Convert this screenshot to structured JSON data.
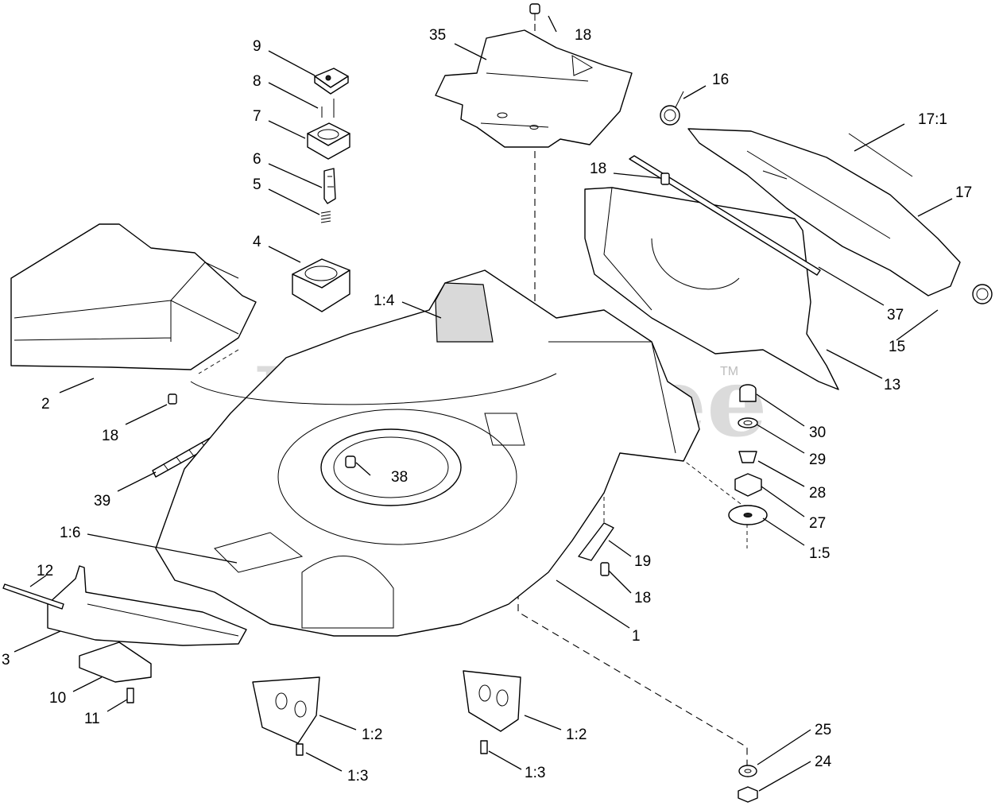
{
  "watermark": {
    "text": "PartsTree",
    "tm": "TM"
  },
  "callouts": {
    "c1": "1",
    "c1_2a": "1:2",
    "c1_2b": "1:2",
    "c1_3a": "1:3",
    "c1_3b": "1:3",
    "c1_4": "1:4",
    "c1_5": "1:5",
    "c1_6": "1:6",
    "c2": "2",
    "c3": "3",
    "c4": "4",
    "c5": "5",
    "c6": "6",
    "c7": "7",
    "c8": "8",
    "c9": "9",
    "c10": "10",
    "c11": "11",
    "c12": "12",
    "c13": "13",
    "c15": "15",
    "c16": "16",
    "c17": "17",
    "c17_1": "17:1",
    "c18a": "18",
    "c18b": "18",
    "c18c": "18",
    "c18d": "18",
    "c19": "19",
    "c24": "24",
    "c25": "25",
    "c27": "27",
    "c28": "28",
    "c29": "29",
    "c30": "30",
    "c35": "35",
    "c37": "37",
    "c38": "38",
    "c39": "39"
  }
}
